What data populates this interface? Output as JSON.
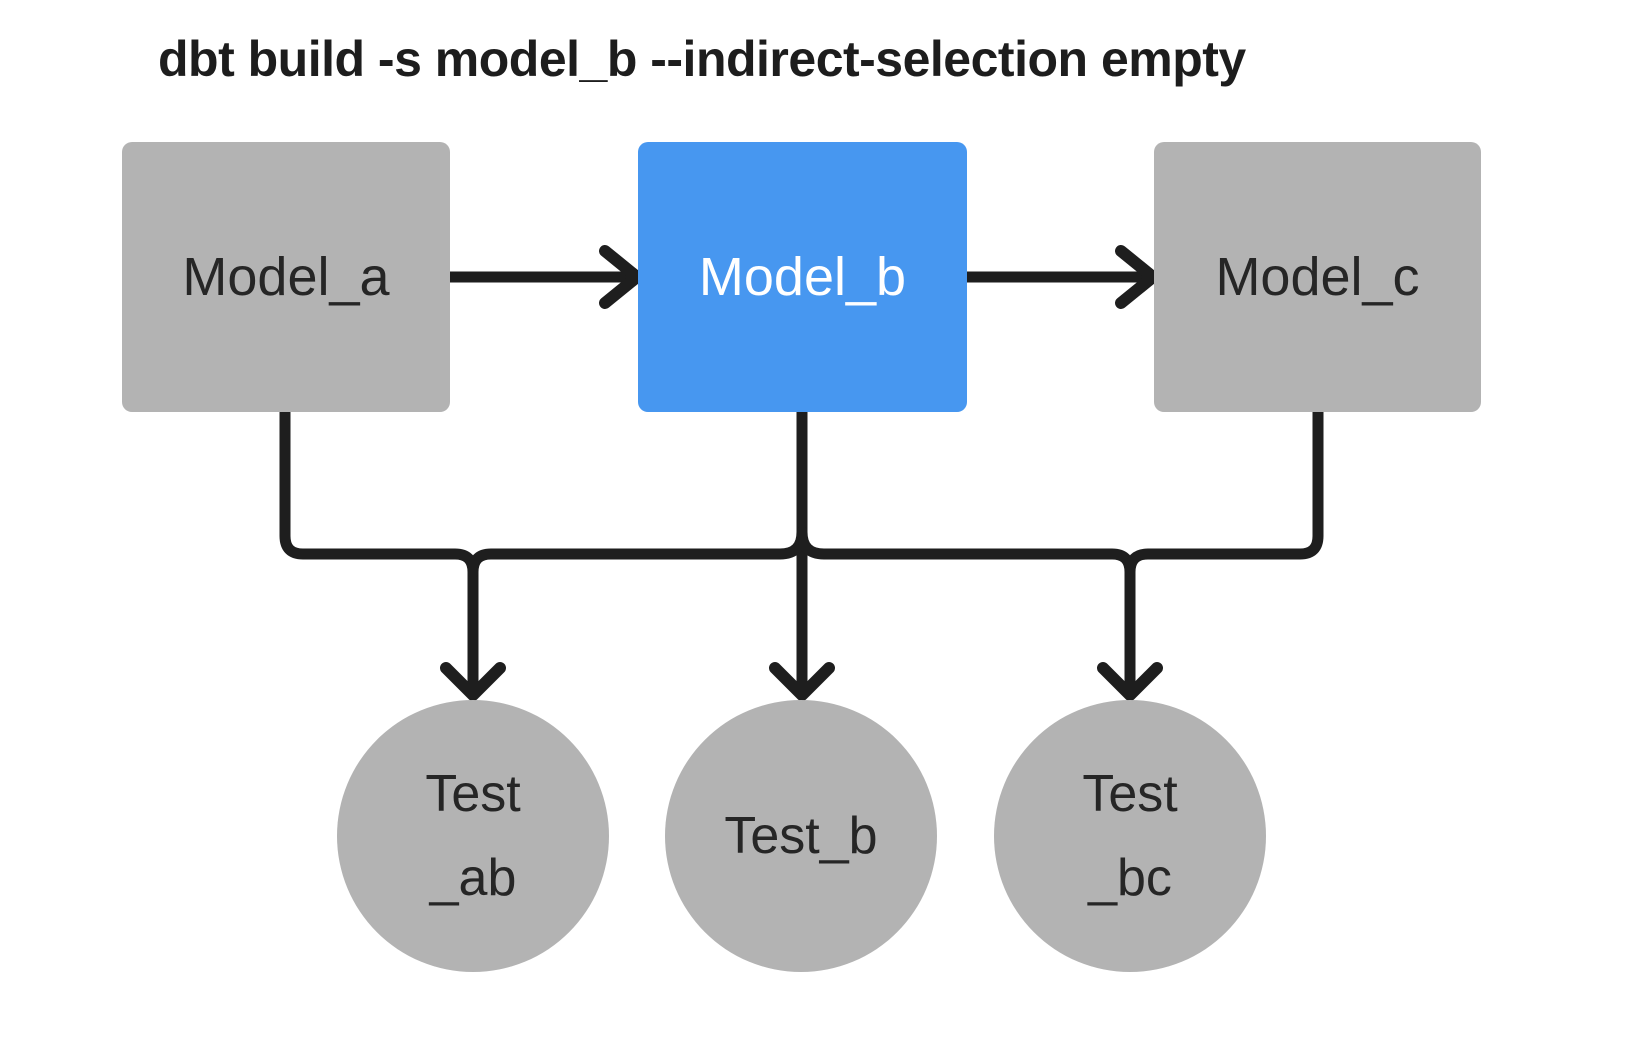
{
  "title": "dbt build -s model_b --indirect-selection empty",
  "colors": {
    "background": "#ffffff",
    "node_gray": "#b3b3b3",
    "accent_blue": "#4797f0",
    "line_dark": "#1e1e1e",
    "text_dark": "#262626",
    "text_on_blue": "#ffffff",
    "title_color": "#1d1d1d"
  },
  "models": [
    {
      "id": "model_a",
      "label": "Model_a",
      "selected": false
    },
    {
      "id": "model_b",
      "label": "Model_b",
      "selected": true
    },
    {
      "id": "model_c",
      "label": "Model_c",
      "selected": false
    }
  ],
  "tests": [
    {
      "id": "test_ab",
      "label": "Test_ab",
      "lines": [
        "Test",
        "_ab"
      ]
    },
    {
      "id": "test_b",
      "label": "Test_b",
      "lines": [
        "Test_b"
      ]
    },
    {
      "id": "test_bc",
      "label": "Test_bc",
      "lines": [
        "Test",
        "_bc"
      ]
    }
  ],
  "edges": [
    {
      "from": "model_a",
      "to": "model_b"
    },
    {
      "from": "model_b",
      "to": "model_c"
    },
    {
      "from": "model_a",
      "to": "test_ab"
    },
    {
      "from": "model_b",
      "to": "test_ab"
    },
    {
      "from": "model_b",
      "to": "test_b"
    },
    {
      "from": "model_b",
      "to": "test_bc"
    },
    {
      "from": "model_c",
      "to": "test_bc"
    }
  ]
}
